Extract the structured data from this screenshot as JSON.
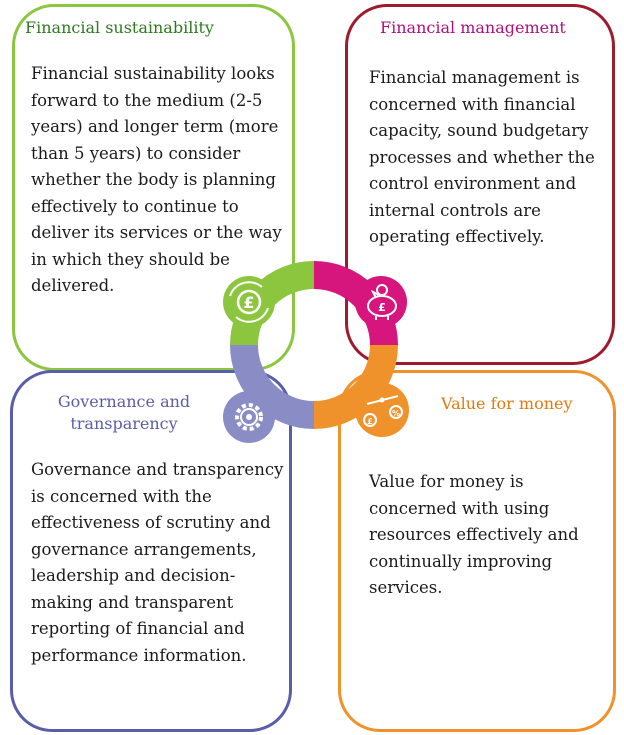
{
  "cards": {
    "sustainability": {
      "title": "Financial sustainability",
      "body": "Financial sustainability looks forward to the medium (2-5 years) and longer term (more than 5 years) to consider whether the body is planning effectively to continue to deliver its services or the way in which they should be delivered."
    },
    "management": {
      "title": "Financial management",
      "body": "Financial management is concerned with financial capacity, sound budgetary processes and whether the control environment and internal controls are operating effectively."
    },
    "governance": {
      "title": "Governance and transparency",
      "body": "Governance and transparency is concerned with the effectiveness of scrutiny and governance arrangements, leadership and decision-making and transparent reporting of financial and performance information."
    },
    "value": {
      "title": "Value for money",
      "body": "Value for money is concerned with using resources effectively and continually improving services."
    }
  },
  "hub": {
    "icons": [
      "pound-cycle-icon",
      "piggy-bank-pound-icon",
      "gear-icon",
      "scales-money-icon"
    ],
    "icon_text": {
      "pound": "£",
      "percent": "%"
    },
    "colors": {
      "green": "#8cc63f",
      "magenta": "#d6157d",
      "purple": "#8a8cc6",
      "orange": "#f0922b"
    }
  }
}
